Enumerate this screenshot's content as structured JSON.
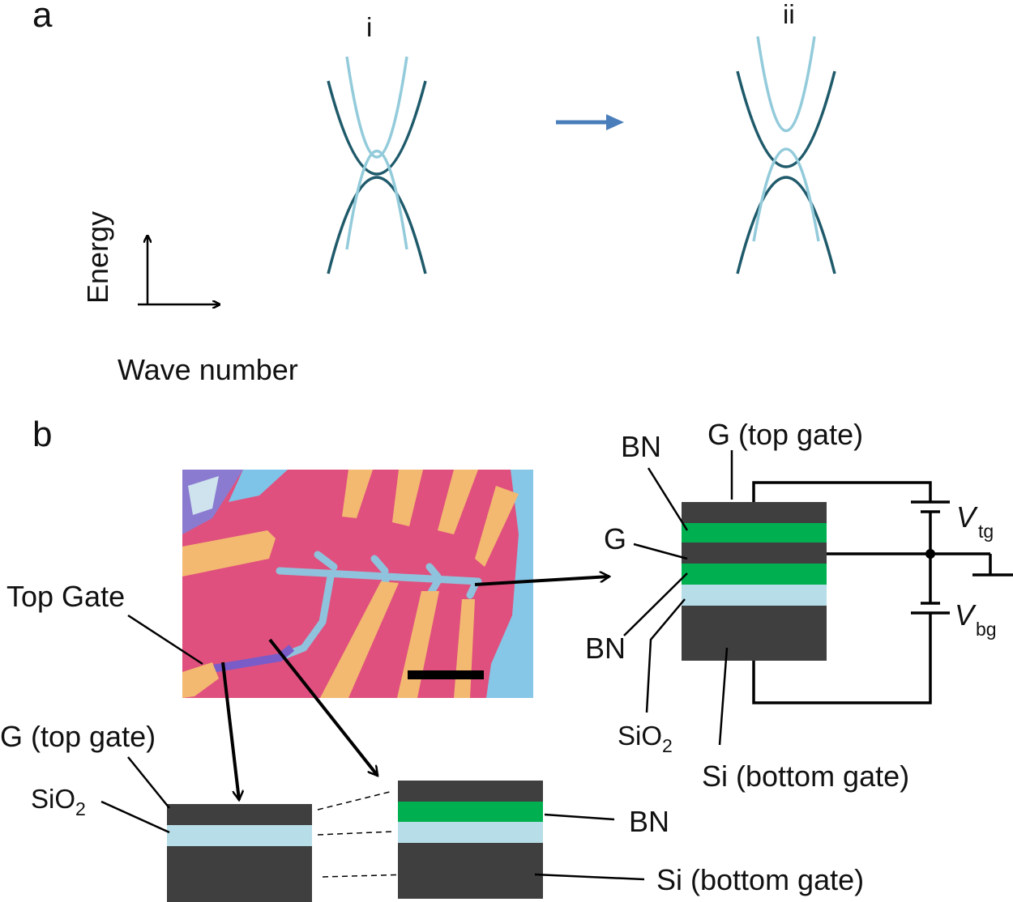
{
  "panel_a": {
    "letter": "a",
    "axis_y_label": "Energy",
    "axis_x_label": "Wave number",
    "state_i": "i",
    "state_ii": "ii"
  },
  "panel_b": {
    "letter": "b",
    "top_gate_label": "Top  Gate",
    "cross_section_right": {
      "top_gate": "G (top gate)",
      "bn_upper": "BN",
      "graphene": "G",
      "bn_lower": "BN",
      "sio2_main": "SiO",
      "sio2_sub": "2",
      "si": "Si (bottom gate)",
      "v_tg_main": "V",
      "v_tg_sub": "tg",
      "v_bg_main": "V",
      "v_bg_sub": "bg"
    },
    "cross_section_left": {
      "top_gate": "G (top gate)",
      "sio2_main": "SiO",
      "sio2_sub": "2"
    },
    "cross_section_middle": {
      "bn": "BN",
      "si": "Si (bottom gate)"
    }
  },
  "colors": {
    "dark_band": "#1f5a6b",
    "light_band": "#93cbdb",
    "arrow_blue": "#4a7ebb",
    "layer_dark": "#3f3f3f",
    "layer_green": "#00b050",
    "layer_sio2": "#b7dde8",
    "micrograph_substrate": "#e0507e"
  }
}
